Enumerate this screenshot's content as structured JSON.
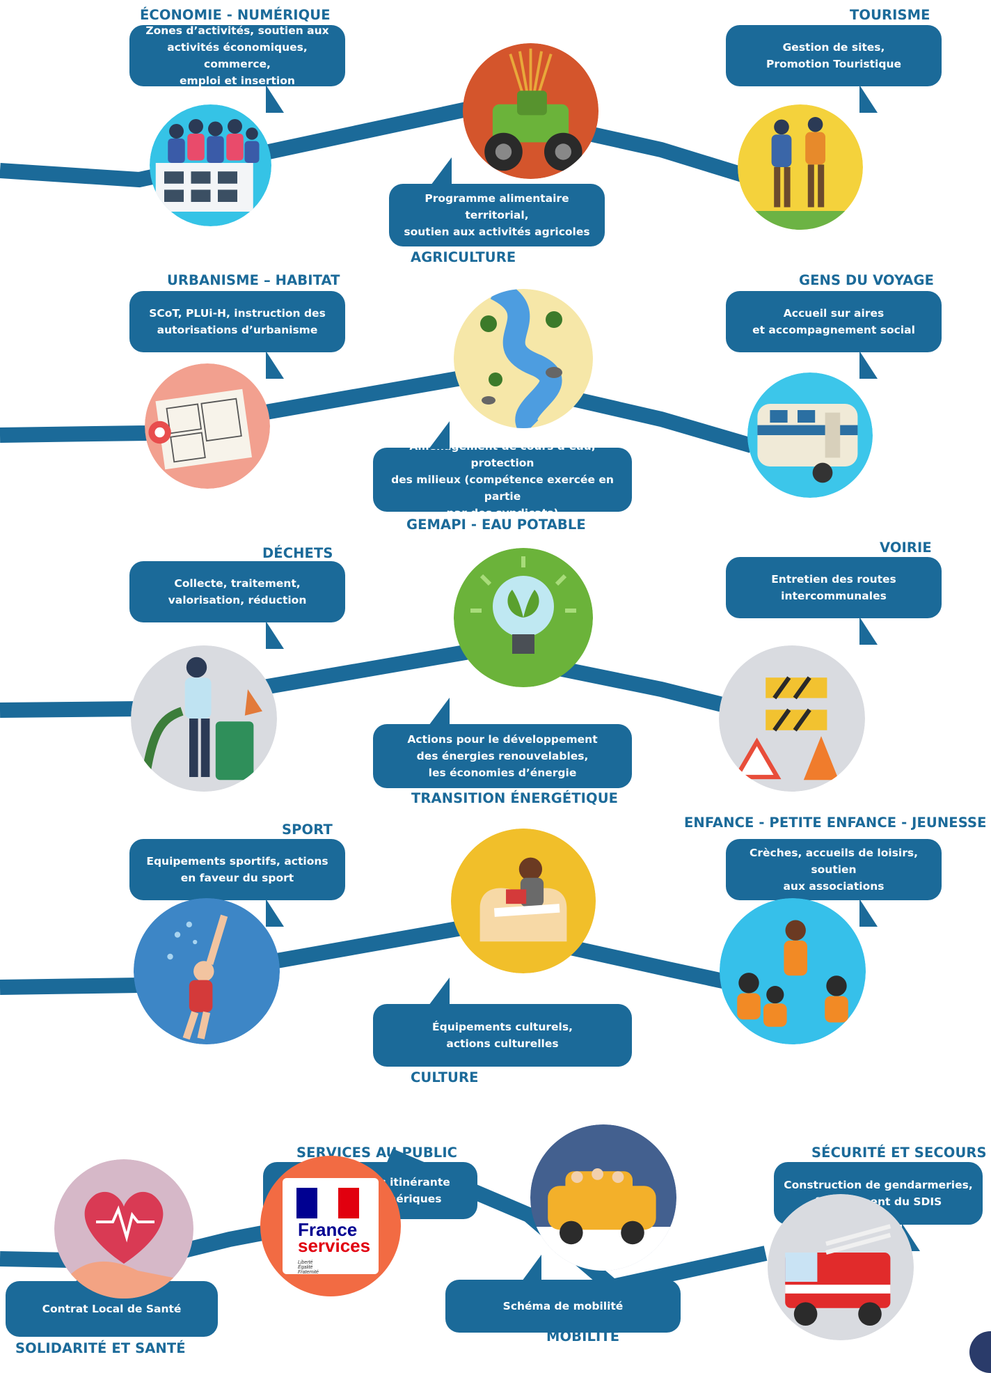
{
  "colors": {
    "accent": "#1b6a99",
    "path": "#1b6a99",
    "france_services_ring": "#f26b43"
  },
  "sections": [
    {
      "items": [
        {
          "category": "ÉCONOMIE - NUMÉRIQUE",
          "description": "Zones d’activités, soutien aux\nactivités économiques, commerce,\nemploi et insertion",
          "illustration": "office-building-people-icon"
        },
        {
          "category": "AGRICULTURE",
          "description": "Programme alimentaire territorial,\nsoutien aux activités agricoles",
          "illustration": "tractor-wheat-icon"
        },
        {
          "category": "TOURISME",
          "description": "Gestion de sites,\nPromotion Touristique",
          "illustration": "hikers-icon"
        }
      ]
    },
    {
      "items": [
        {
          "category": "URBANISME – HABITAT",
          "description": "SCoT, PLUi-H, instruction des\nautorisations d’urbanisme",
          "illustration": "floor-plan-icon"
        },
        {
          "category": "GEMAPI - EAU POTABLE",
          "description": "Aménagement de cours d’eau, protection\ndes milieux (compétence exercée en partie\npar des syndicats)",
          "illustration": "river-icon"
        },
        {
          "category": "GENS DU VOYAGE",
          "description": "Accueil sur aires\net accompagnement social",
          "illustration": "caravan-icon"
        }
      ]
    },
    {
      "items": [
        {
          "category": "DÉCHETS",
          "description": "Collecte, traitement,\nvalorisation, réduction",
          "illustration": "recycling-bin-icon"
        },
        {
          "category": "TRANSITION ÉNERGÉTIQUE",
          "description": "Actions pour le développement\ndes énergies renouvelables,\nles économies d’énergie",
          "illustration": "eco-lightbulb-icon"
        },
        {
          "category": "VOIRIE",
          "description": "Entretien des routes\nintercommunales",
          "illustration": "road-barrier-icon"
        }
      ]
    },
    {
      "items": [
        {
          "category": "SPORT",
          "description": "Equipements sportifs, actions\nen faveur du sport",
          "illustration": "swimmer-icon"
        },
        {
          "category": "CULTURE",
          "description": "Équipements culturels,\nactions culturelles",
          "illustration": "reader-armchair-icon"
        },
        {
          "category": "ENFANCE - PETITE ENFANCE - JEUNESSE",
          "description": "Crèches, accueils de loisirs, soutien\naux associations",
          "illustration": "children-group-icon"
        }
      ]
    },
    {
      "items": [
        {
          "category": "SOLIDARITÉ ET SANTÉ",
          "description": "Contrat Local de Santé",
          "illustration": "heart-hand-icon"
        },
        {
          "category": "SERVICES AU PUBLIC",
          "description": "France Services itinérante\nConseillers numériques",
          "illustration": "france-services-logo"
        },
        {
          "category": "MOBILITÉ",
          "description": "Schéma de mobilité",
          "illustration": "car-passengers-icon"
        },
        {
          "category": "SÉCURITÉ ET SECOURS",
          "description": "Construction de gendarmeries,\nfinancement du SDIS",
          "illustration": "fire-truck-icon"
        }
      ]
    }
  ],
  "france_services_logo": {
    "line1": "France",
    "line2": "services",
    "motto": "Liberté\nÉgalité\nFraternité"
  }
}
